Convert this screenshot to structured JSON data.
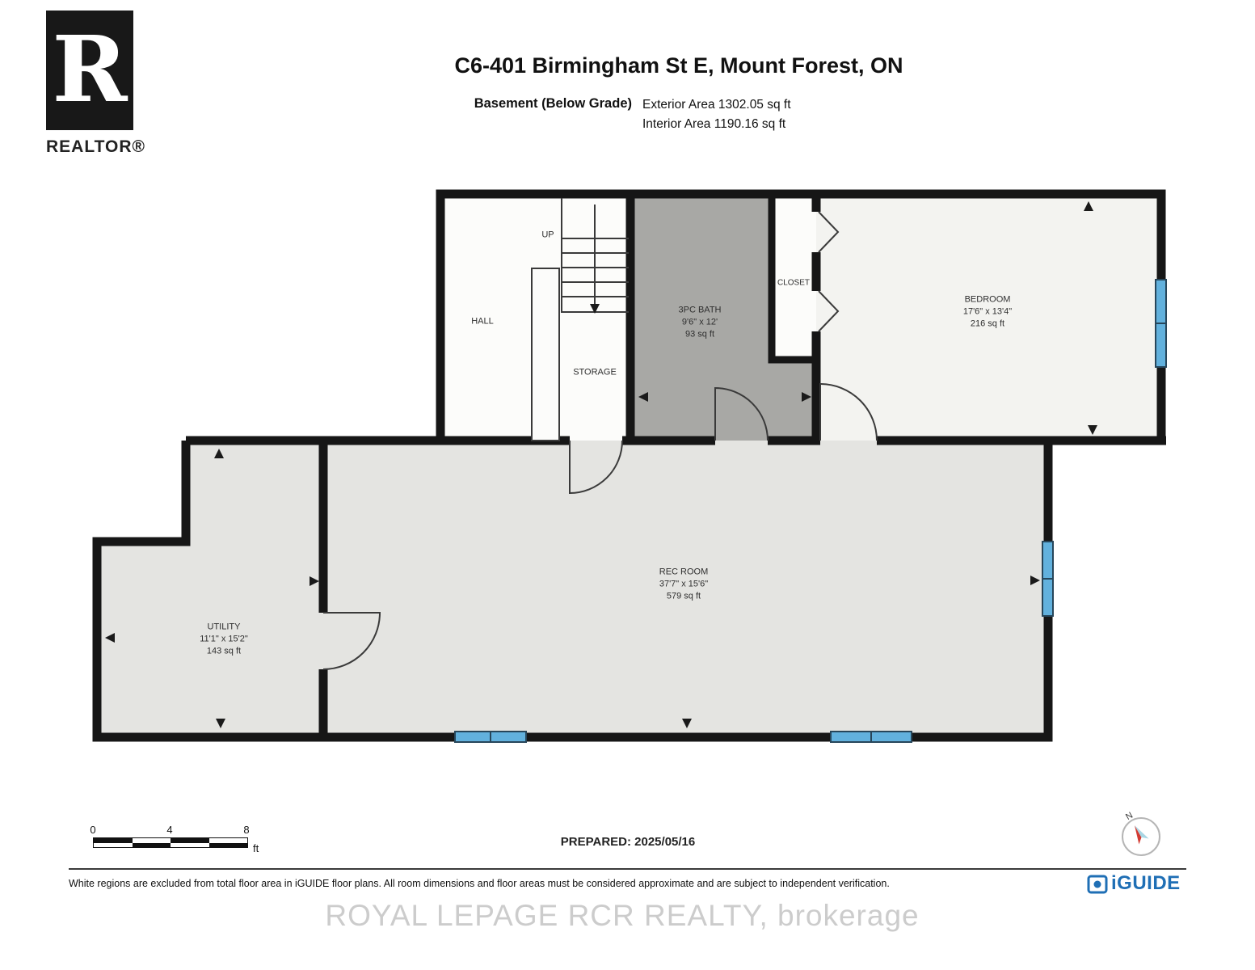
{
  "header": {
    "title": "C6-401 Birmingham St E, Mount Forest, ON",
    "floor_label": "Basement (Below Grade)",
    "exterior_area": "Exterior Area 1302.05 sq ft",
    "interior_area": "Interior Area 1190.16 sq ft"
  },
  "logo": {
    "realtor_letter": "R",
    "realtor_text": "REALTOR®"
  },
  "rooms": {
    "hall": {
      "name": "HALL"
    },
    "stairs": {
      "name": "UP"
    },
    "storage": {
      "name": "STORAGE"
    },
    "bath": {
      "name": "3PC BATH",
      "dims": "9'6\" x 12'",
      "area": "93 sq ft"
    },
    "closet": {
      "name": "CLOSET"
    },
    "bedroom": {
      "name": "BEDROOM",
      "dims": "17'6\" x 13'4\"",
      "area": "216 sq ft"
    },
    "rec_room": {
      "name": "REC ROOM",
      "dims": "37'7\" x 15'6\"",
      "area": "579 sq ft"
    },
    "utility": {
      "name": "UTILITY",
      "dims": "11'1\" x 15'2\"",
      "area": "143 sq ft"
    }
  },
  "scale_bar": {
    "tick0": "0",
    "tick4": "4",
    "tick8": "8",
    "unit": "ft"
  },
  "compass": {
    "label": "N"
  },
  "footer": {
    "prepared": "PREPARED: 2025/05/16",
    "disclaimer": "White regions are excluded from total floor area in iGUIDE floor plans. All room dimensions and floor areas must be considered approximate and are subject to independent verification.",
    "iguide_logo": "iGUIDE"
  },
  "watermark": "ROYAL LEPAGE RCR REALTY, brokerage",
  "colors": {
    "wall": "#161616",
    "room_gray": "#e4e4e1",
    "room_white": "#fcfcfa",
    "bedroom_fill": "#f3f3f0",
    "bath_gray": "#a8a8a5",
    "window_blue": "#62b1dd",
    "iguide_blue": "#1f6fb5",
    "compass_red": "#d23b33",
    "compass_teal": "#a9d6e4"
  }
}
